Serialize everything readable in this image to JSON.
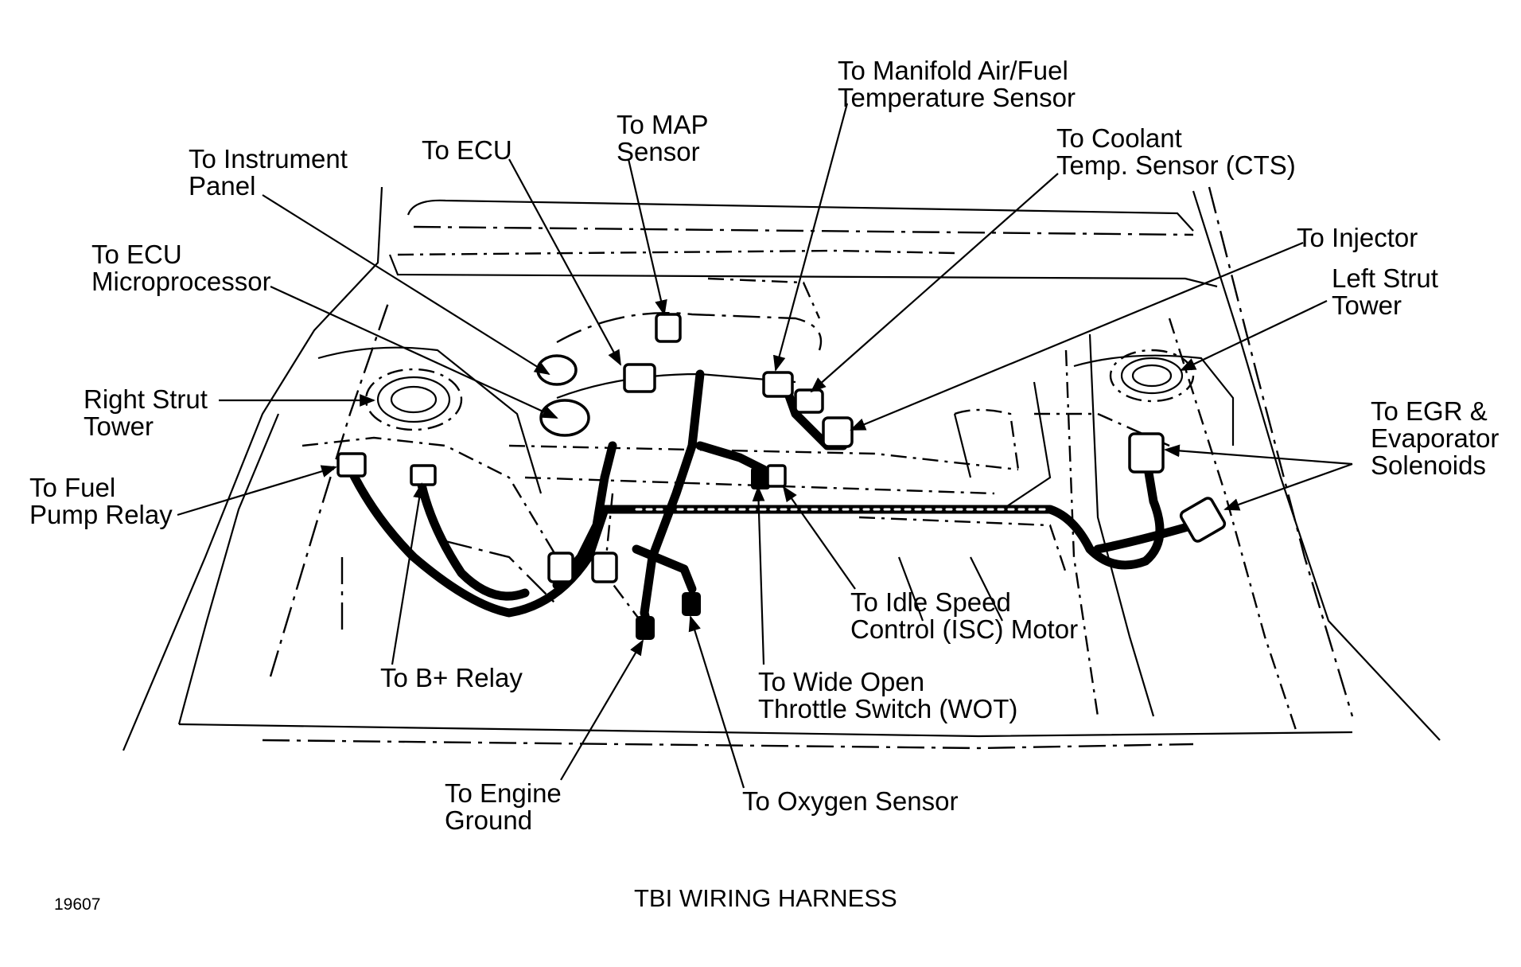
{
  "title": "TBI WIRING HARNESS",
  "figure_number": "19607",
  "colors": {
    "ink": "#000000",
    "background": "#ffffff"
  },
  "callouts": {
    "manifold_air_fuel_temp": "To Manifold Air/Fuel\nTemperature Sensor",
    "map_sensor": "To MAP\nSensor",
    "ecu": "To ECU",
    "instrument_panel": "To Instrument\nPanel",
    "coolant_temp": "To Coolant\nTemp. Sensor (CTS)",
    "injector": "To Injector",
    "left_strut_tower": "Left Strut\nTower",
    "ecu_microprocessor": "To ECU\nMicroprocessor",
    "right_strut_tower": "Right Strut\nTower",
    "fuel_pump_relay": "To Fuel\nPump Relay",
    "egr_evaporator": "To EGR &\nEvaporator\nSolenoids",
    "idle_speed_control": "To Idle Speed\nControl (ISC) Motor",
    "b_plus_relay": "To B+ Relay",
    "wot_switch": "To Wide Open\nThrottle Switch (WOT)",
    "engine_ground": "To Engine\nGround",
    "oxygen_sensor": "To Oxygen Sensor"
  }
}
